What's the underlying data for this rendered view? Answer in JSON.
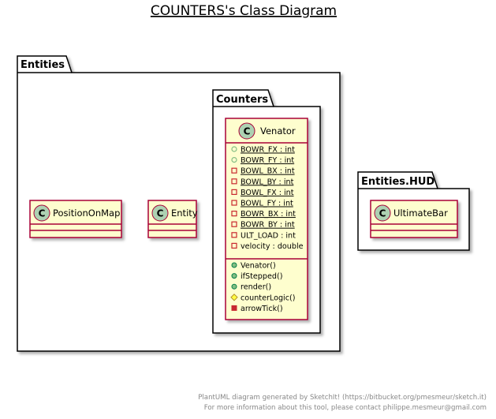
{
  "title": "COUNTERS's Class Diagram",
  "packages": {
    "entities": {
      "label": "Entities"
    },
    "counters": {
      "label": "Counters"
    },
    "hud": {
      "label": "Entities.HUD"
    }
  },
  "classes": {
    "position_on_map": {
      "stereotype": "C",
      "name": "PositionOnMap"
    },
    "entity": {
      "stereotype": "C",
      "name": "Entity"
    },
    "ultimate_bar": {
      "stereotype": "C",
      "name": "UltimateBar"
    },
    "venator": {
      "stereotype": "C",
      "name": "Venator",
      "fields": [
        {
          "visibility": "public",
          "text": "BOWR_FX : int",
          "static": true
        },
        {
          "visibility": "public",
          "text": "BOWR_FY : int",
          "static": true
        },
        {
          "visibility": "private",
          "text": "BOWL_BX : int",
          "static": true
        },
        {
          "visibility": "private",
          "text": "BOWL_BY : int",
          "static": true
        },
        {
          "visibility": "private",
          "text": "BOWL_FX : int",
          "static": true
        },
        {
          "visibility": "private",
          "text": "BOWL_FY : int",
          "static": true
        },
        {
          "visibility": "private",
          "text": "BOWR_BX : int",
          "static": true
        },
        {
          "visibility": "private",
          "text": "BOWR_BY : int",
          "static": true
        },
        {
          "visibility": "private",
          "text": "ULT_LOAD : int",
          "static": false
        },
        {
          "visibility": "private",
          "text": "velocity : double",
          "static": false
        }
      ],
      "methods": [
        {
          "visibility": "public",
          "text": "Venator()"
        },
        {
          "visibility": "public",
          "text": "ifStepped()"
        },
        {
          "visibility": "public",
          "text": "render()"
        },
        {
          "visibility": "protected",
          "text": "counterLogic()"
        },
        {
          "visibility": "private",
          "text": "arrowTick()"
        }
      ]
    }
  },
  "footer": {
    "line1": "PlantUML diagram generated by SketchIt! (https://bitbucket.org/pmesmeur/sketch.it)",
    "line2": "For more information about this tool, please contact philippe.mesmeur@gmail.com"
  },
  "colors": {
    "class_fill": "#FEFECE",
    "class_border": "#A80036",
    "stereotype_circle": "#ADD1B2",
    "public": "#84BE84",
    "private": "#C82930",
    "protected": "#FFFF44",
    "footer_text": "#888888"
  }
}
